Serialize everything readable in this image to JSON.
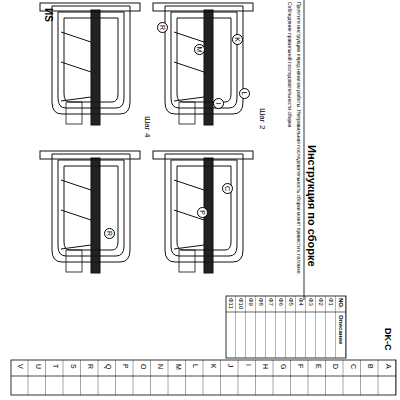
{
  "diagram": {
    "title": "Инструкция по сборке",
    "labels": [
      "ИS",
      "DK-C",
      "Прочтите инструкцию перед началом работы. Неправильная последовательность сборки может привести к поломке.",
      "Соблюдение правильной последовательности сборки.",
      "Шаг 2",
      "Шаг 4",
      "R",
      "M",
      "K",
      "I",
      "L",
      "C",
      "P",
      "R",
      "NO.",
      "Описание",
      "Ф1",
      "Ф2",
      "Ф3",
      "Ф4",
      "Ф5",
      "Ф6",
      "Ф7",
      "Ф8",
      "Ф9",
      "Ф10",
      "Ф11",
      "A",
      "B",
      "C",
      "D",
      "E",
      "F",
      "G",
      "H",
      "I",
      "J",
      "K",
      "L",
      "M",
      "N",
      "O",
      "P",
      "Q",
      "R",
      "S",
      "T",
      "U",
      "V"
    ]
  }
}
